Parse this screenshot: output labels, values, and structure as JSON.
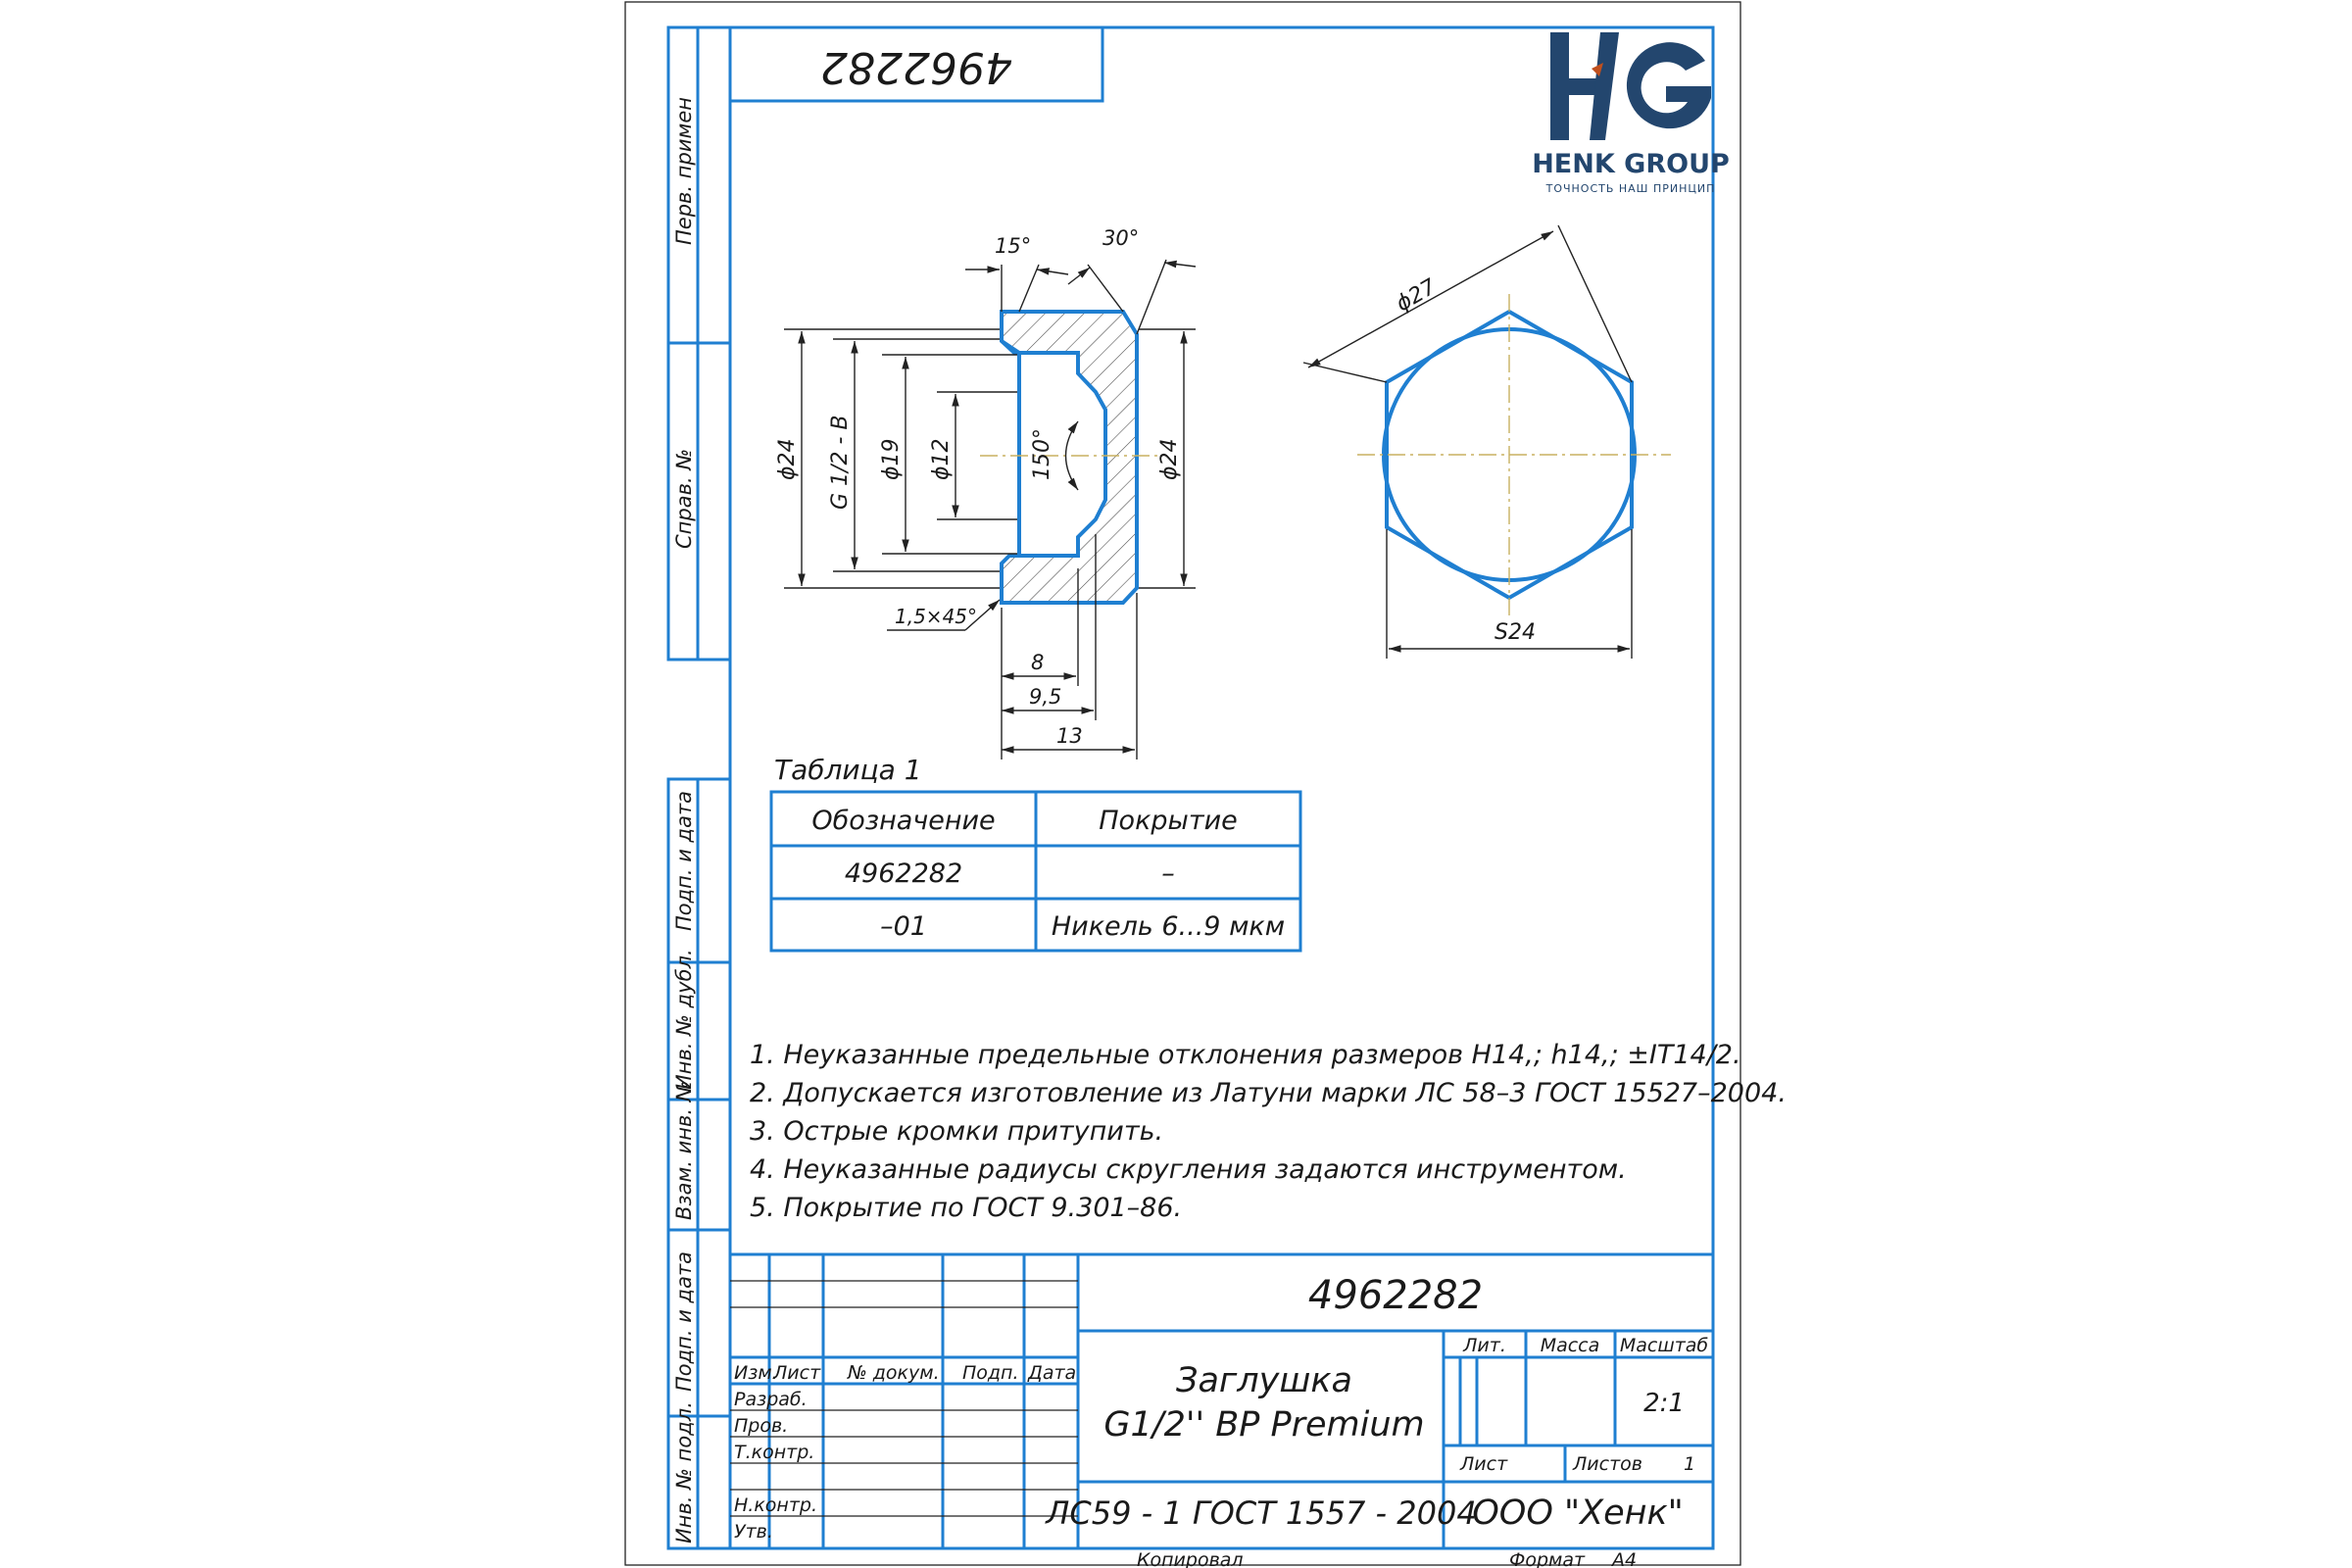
{
  "logo": {
    "letters": "HG",
    "company": "HENK GROUP",
    "slogan": "ТОЧНОСТЬ НАШ ПРИНЦИП",
    "colors": {
      "blue": "#23466e",
      "accent": "#c0501e"
    }
  },
  "drawing_number_rotated": "4962282",
  "left_strip": {
    "perv_primen": "Перв. примен",
    "sprav_no": "Справ. №",
    "podp_data_1": "Подп. и дата",
    "inv_dubl": "Инв. № дубл.",
    "vzam_inv": "Взам. инв. №",
    "podp_data_2": "Подп. и дата",
    "inv_podl": "Инв. № подл."
  },
  "section_view": {
    "angle_15": "15°",
    "angle_30": "30°",
    "dia_24_left": "ϕ24",
    "thread": "G 1/2 - B",
    "dia_19": "ϕ19",
    "dia_12": "ϕ12",
    "angle_150": "150°",
    "dia_24_right": "ϕ24",
    "chamfer": "1,5×45°",
    "len_8": "8",
    "len_9_5": "9,5",
    "len_13": "13"
  },
  "hex_view": {
    "dia_27": "ϕ27",
    "s24": "S24"
  },
  "table": {
    "caption": "Таблица 1",
    "headers": [
      "Обозначение",
      "Покрытие"
    ],
    "rows": [
      [
        "4962282",
        "–"
      ],
      [
        "–01",
        "Никель 6...9 мкм"
      ]
    ]
  },
  "notes": [
    "1. Неуказанные предельные отклонения размеров H14,; h14,; ±IT14/2.",
    "2. Допускается изготовление из Латуни марки ЛС 58–3 ГОСТ 15527–2004.",
    "3. Острые кромки притупить.",
    "4. Неуказанные радиусы скругления задаются инструментом.",
    "5. Покрытие по ГОСТ 9.301–86."
  ],
  "title_block": {
    "designation": "4962282",
    "name_line1": "Заглушка",
    "name_line2": "G1/2'' ВР Premium",
    "material": "ЛС59 - 1 ГОСТ 1557 - 2004",
    "organization": "ООО \"Хенк\"",
    "lit_label": "Лит.",
    "mass_label": "Масса",
    "scale_label": "Масштаб",
    "scale_value": "2:1",
    "sheet_label": "Лист",
    "sheets_label": "Листов",
    "sheets_value": "1",
    "col_izm": "Изм.",
    "col_list": "Лист",
    "col_doc": "№ докум.",
    "col_podp": "Подп.",
    "col_data": "Дата",
    "row_razrab": "Разраб.",
    "row_prov": "Пров.",
    "row_tkontr": "Т.контр.",
    "row_nkontr": "Н.контр.",
    "row_utv": "Утв."
  },
  "footer": {
    "copied": "Копировал",
    "format_label": "Формат",
    "format_value": "А4"
  }
}
